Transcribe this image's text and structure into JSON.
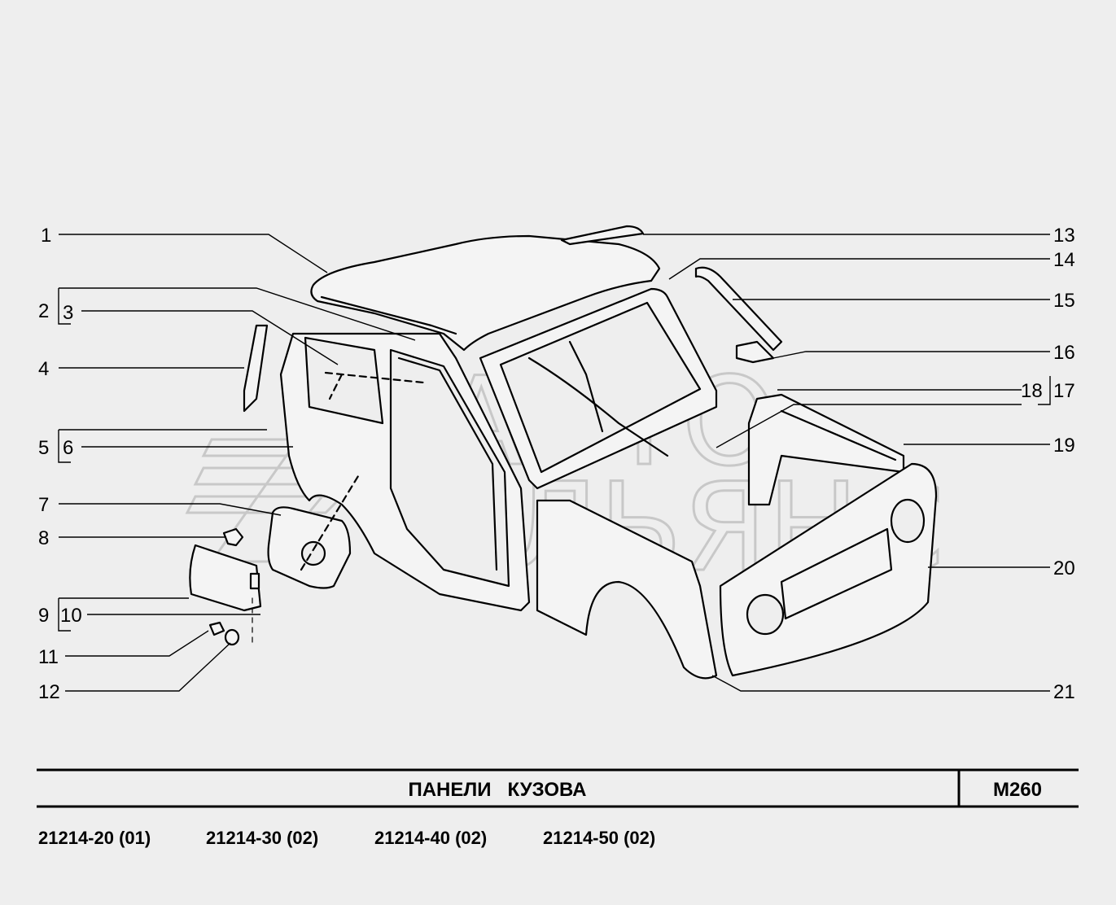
{
  "watermark": {
    "line1": "АВТО",
    "line2": "АЛЬЯНС"
  },
  "callouts": {
    "c1": "1",
    "c2": "2",
    "c3": "3",
    "c4": "4",
    "c5": "5",
    "c6": "6",
    "c7": "7",
    "c8": "8",
    "c9": "9",
    "c10": "10",
    "c11": "11",
    "c12": "12",
    "c13": "13",
    "c14": "14",
    "c15": "15",
    "c16": "16",
    "c17": "17",
    "c18": "18",
    "c19": "19",
    "c20": "20",
    "c21": "21"
  },
  "title_block": {
    "title": "ПАНЕЛИ   КУЗОВА",
    "code": "M260"
  },
  "models": [
    "21214-20 (01)",
    "21214-30 (02)",
    "21214-40 (02)",
    "21214-50 (02)"
  ],
  "colors": {
    "background": "#eeeeee",
    "ink": "#000000",
    "watermark": "#c8c8c8"
  }
}
